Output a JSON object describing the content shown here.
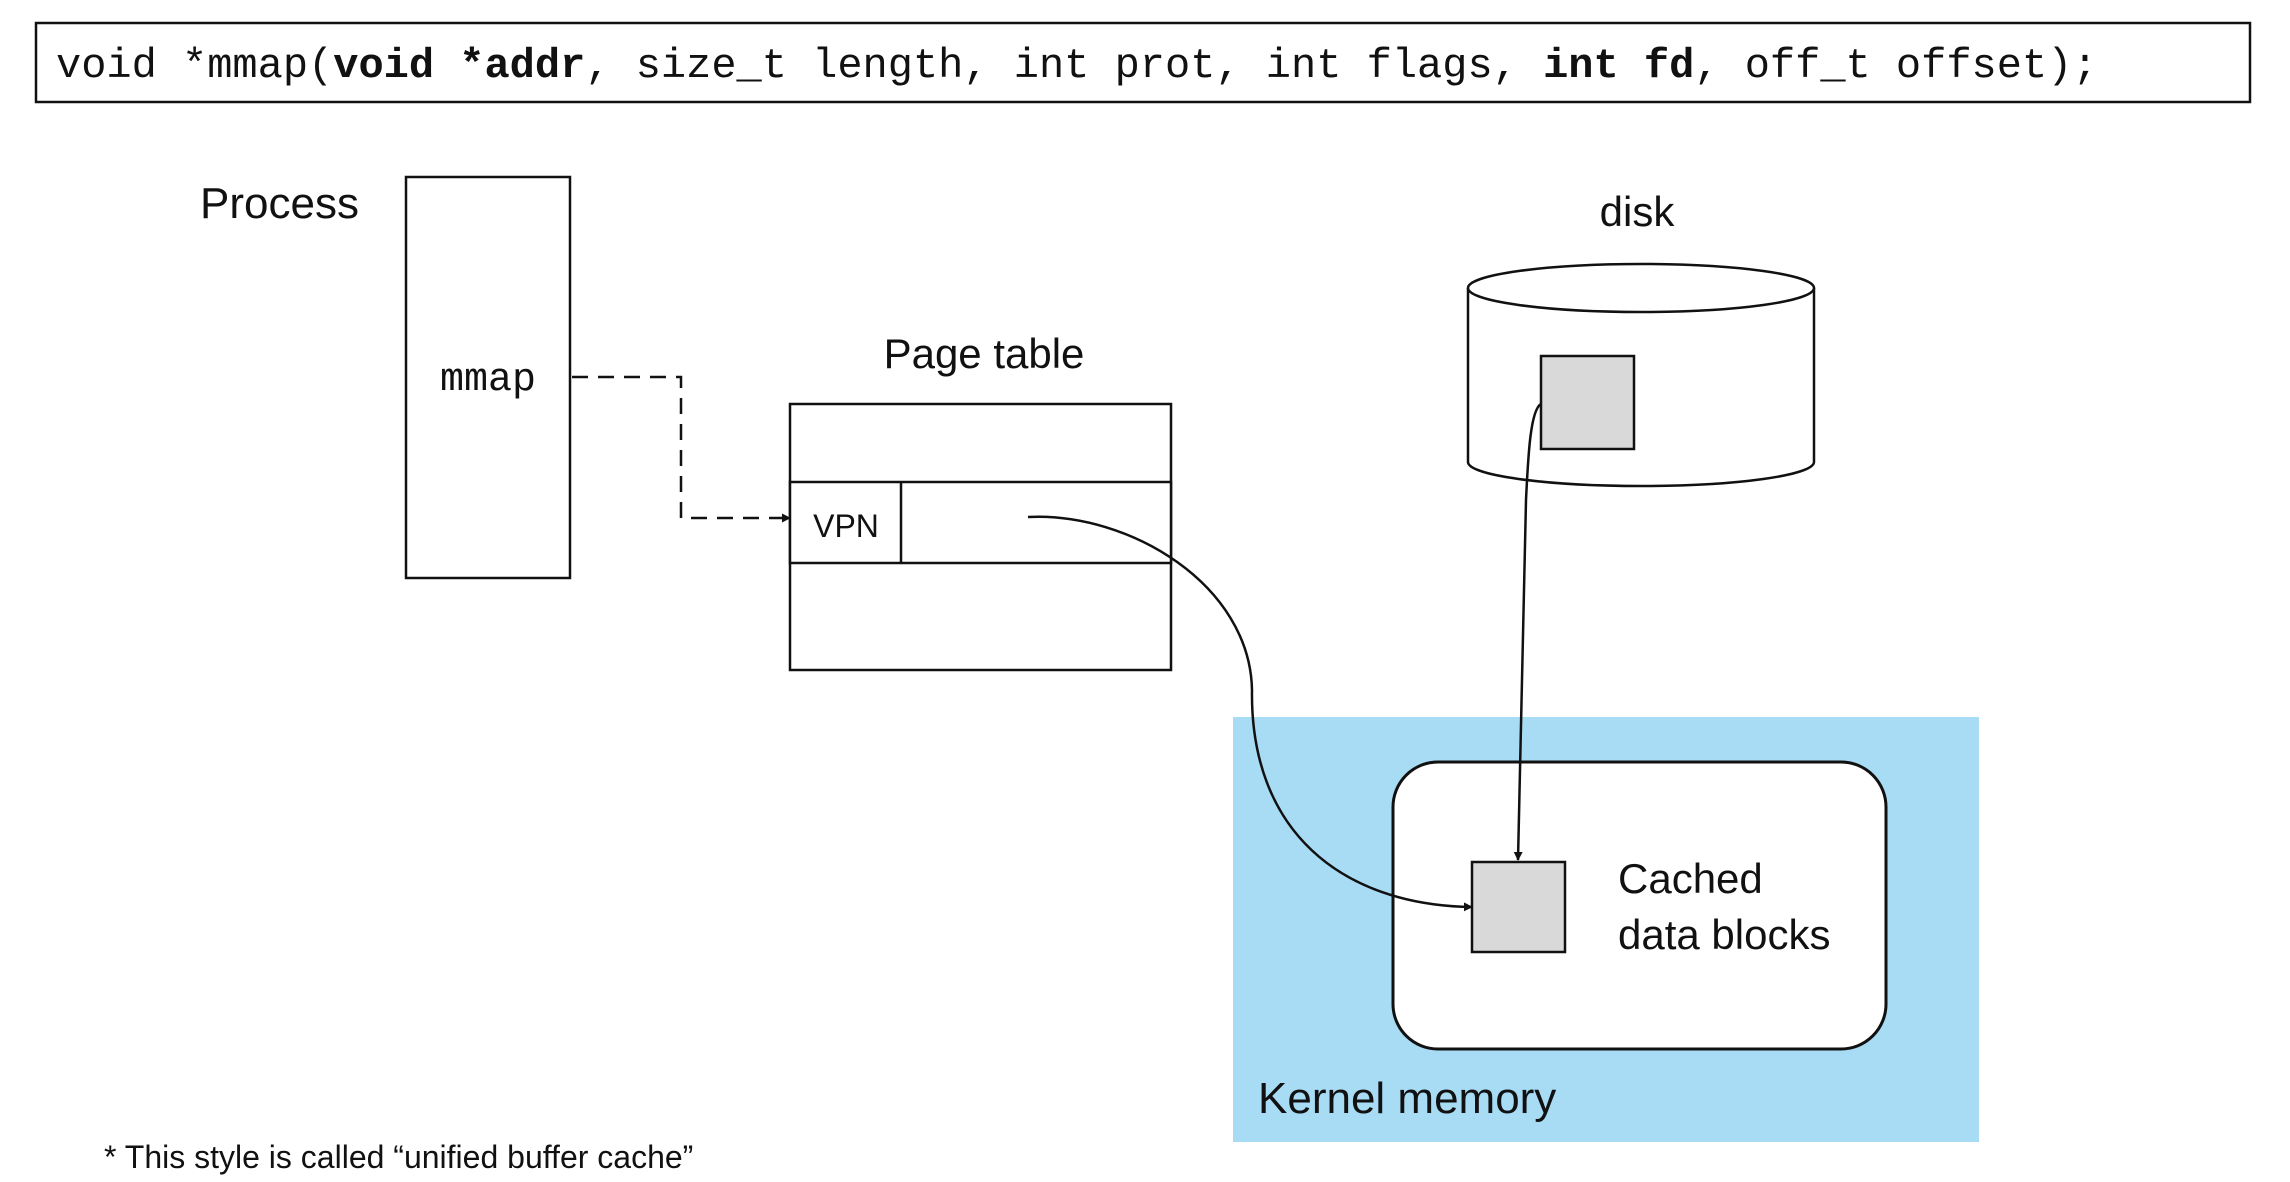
{
  "signature": {
    "parts": [
      {
        "text": "void *mmap(",
        "bold": false
      },
      {
        "text": "void *addr",
        "bold": true
      },
      {
        "text": ", size_t length, int prot, int flags, ",
        "bold": false
      },
      {
        "text": "int fd",
        "bold": true
      },
      {
        "text": ", off_t offset);",
        "bold": false
      }
    ]
  },
  "process": {
    "label": "Process",
    "region_label": "mmap"
  },
  "page_table": {
    "title": "Page table",
    "entry_label": "VPN"
  },
  "disk": {
    "label": "disk"
  },
  "kernel": {
    "label": "Kernel memory",
    "cache_label_line1": "Cached",
    "cache_label_line2": "data blocks"
  },
  "footnote": "* This style is called “unified buffer cache”",
  "colors": {
    "kernel_bg": "#a8dcf5",
    "block_fill": "#d9d9d9",
    "stroke": "#111111"
  }
}
